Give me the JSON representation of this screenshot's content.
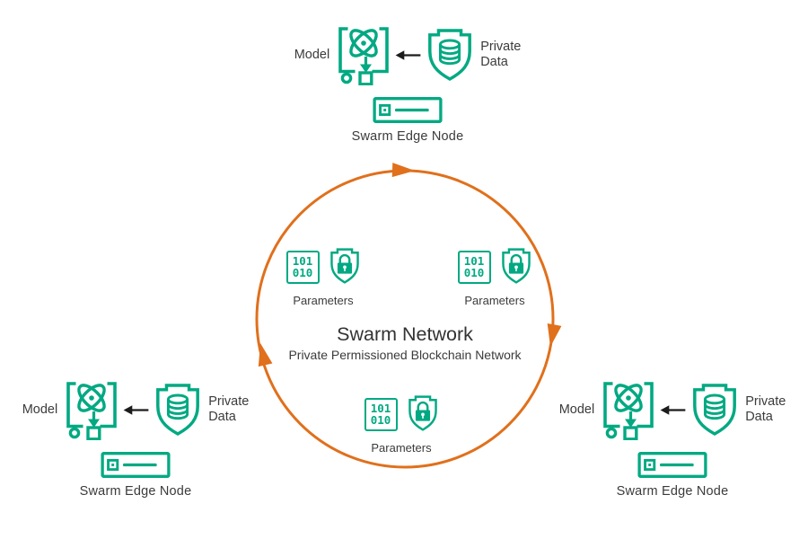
{
  "colors": {
    "green": "#01A982",
    "orange": "#E0701C",
    "text": "#3B3B3B",
    "black_arrow": "#1C1C1C"
  },
  "center": {
    "title": "Swarm Network",
    "subtitle": "Private Permissioned Blockchain Network"
  },
  "parameter_groups": [
    {
      "binary_top": "101",
      "binary_bottom": "010",
      "label": "Parameters",
      "position": "upper-left"
    },
    {
      "binary_top": "101",
      "binary_bottom": "010",
      "label": "Parameters",
      "position": "upper-right"
    },
    {
      "binary_top": "101",
      "binary_bottom": "010",
      "label": "Parameters",
      "position": "bottom"
    }
  ],
  "edge_nodes": [
    {
      "model_label": "Model",
      "private_data_label": "Private Data",
      "node_label": "Swarm Edge Node",
      "position": "top"
    },
    {
      "model_label": "Model",
      "private_data_label": "Private Data",
      "node_label": "Swarm Edge Node",
      "position": "bottom-left"
    },
    {
      "model_label": "Model",
      "private_data_label": "Private Data",
      "node_label": "Swarm Edge Node",
      "position": "bottom-right"
    }
  ],
  "icons": {
    "model": "model-brackets-atom-icon",
    "private_data": "shield-database-icon",
    "edge_node": "server-node-icon",
    "parameters_binary": "binary-code-icon",
    "parameters_lock": "shield-lock-icon",
    "flow": "clockwise-cycle-arrows",
    "data_to_model": "left-arrow-icon"
  }
}
